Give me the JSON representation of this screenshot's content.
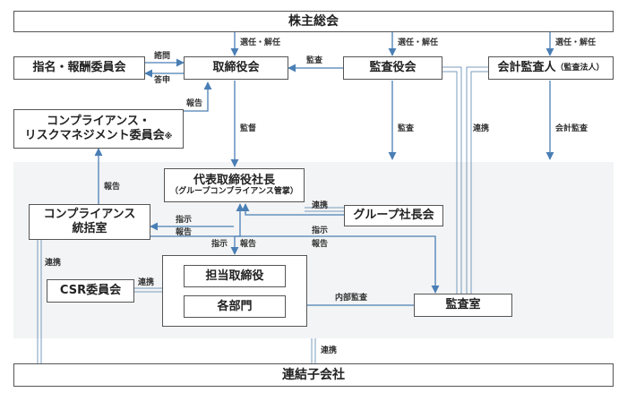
{
  "nodes": {
    "shareholders_meeting": "株主総会",
    "nomination_committee": "指名・報酬委員会",
    "board": "取締役会",
    "audit_board": "監査役会",
    "accounting_auditor": "会計監査人",
    "accounting_auditor_note": "（監査法人）",
    "compliance_committee_line1": "コンプライアンス・",
    "compliance_committee_line2": "リスクマネジメント委員会",
    "compliance_committee_mark": "※",
    "president_line1": "代表取締役社長",
    "president_line2": "（グループコンプライアンス管掌）",
    "compliance_office_line1": "コンプライアンス",
    "compliance_office_line2": "統括室",
    "group_presidents_meeting": "グループ社長会",
    "csr_committee": "CSR委員会",
    "director_in_charge": "担当取締役",
    "departments": "各部門",
    "audit_office": "監査室",
    "subsidiaries": "連結子会社"
  },
  "labels": {
    "elect_dismiss": "選任・解任",
    "consult": "諮問",
    "reply": "答申",
    "audit": "監査",
    "report": "報告",
    "supervise": "監督",
    "accounting_audit": "会計監査",
    "cooperate": "連携",
    "instruct": "指示",
    "internal_audit": "内部監査"
  }
}
